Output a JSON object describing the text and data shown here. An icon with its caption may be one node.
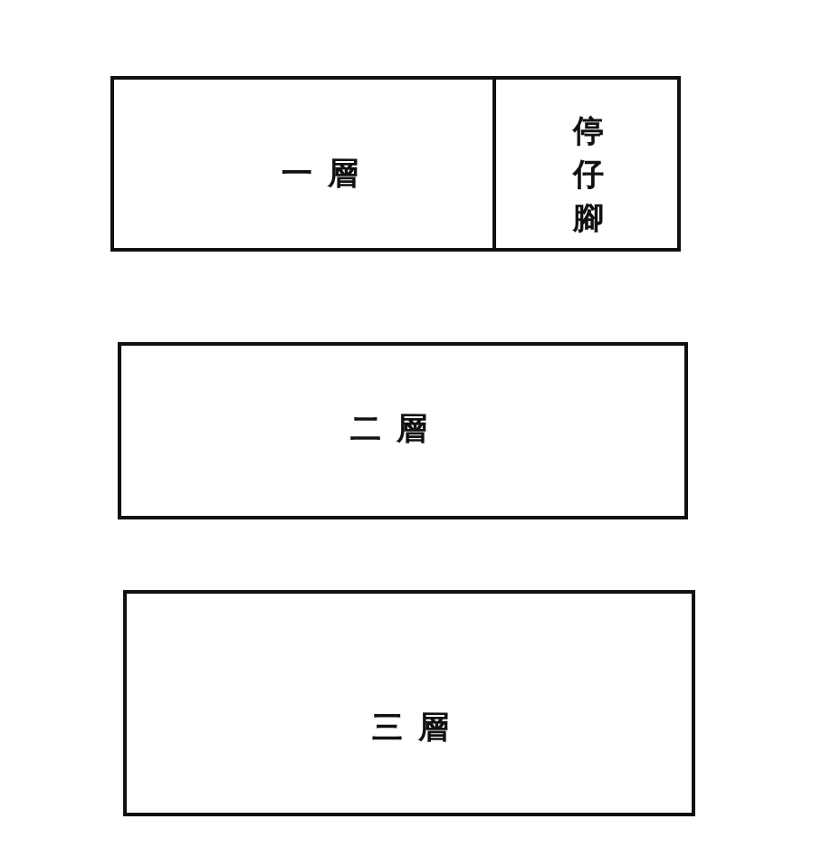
{
  "diagram": {
    "nodes": [
      {
        "text": [
          "一層"
        ]
      },
      {
        "text": [
          "停仔腳"
        ]
      },
      {
        "text": [
          "二層"
        ]
      },
      {
        "text": [
          "三層"
        ]
      }
    ]
  }
}
